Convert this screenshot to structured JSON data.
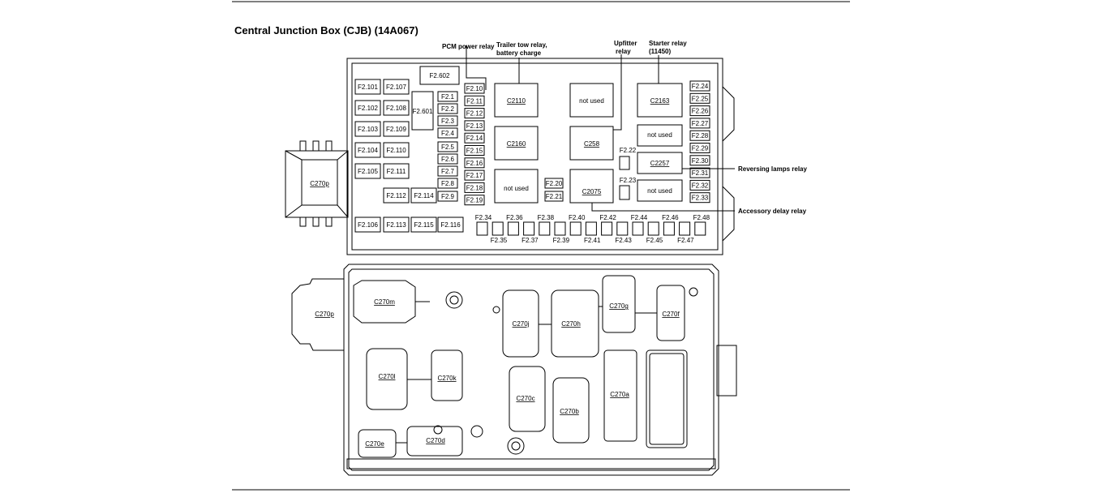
{
  "title": "Central Junction Box (CJB) (14A067)",
  "callouts": {
    "pcm": "PCM power relay",
    "trailer1": "Trailer tow relay,",
    "trailer2": "battery charge",
    "upfitter1": "Upfitter",
    "upfitter2": "relay",
    "starter1": "Starter relay",
    "starter2": "(11450)",
    "reversing": "Reversing lamps relay",
    "accessory": "Accessory delay relay"
  },
  "top": {
    "connector": "C270p",
    "leftFuses": [
      [
        "F2.101",
        "F2.107"
      ],
      [
        "F2.102",
        "F2.108"
      ],
      [
        "F2.103",
        "F2.109"
      ],
      [
        "F2.104",
        "F2.110"
      ],
      [
        "F2.105",
        "F2.111"
      ]
    ],
    "f2112": "F2.112",
    "f2114": "F2.114",
    "bottomLeft": [
      "F2.106",
      "F2.113",
      "F2.115",
      "F2.116"
    ],
    "f2602": "F2.602",
    "f2601": "F2.601",
    "smallCol1": [
      "F2.1",
      "F2.2",
      "F2.3",
      "F2.4",
      "F2.5",
      "F2.6",
      "F2.7",
      "F2.8",
      "F2.9"
    ],
    "smallCol2": [
      "F2.10",
      "F2.11",
      "F2.12",
      "F2.13",
      "F2.14",
      "F2.15",
      "F2.16",
      "F2.17",
      "F2.18",
      "F2.19"
    ],
    "f2120": "F2.20",
    "f2121": "F2.21",
    "relays": {
      "c2110": "C2110",
      "c2160": "C2160",
      "nu1": "not used",
      "nu2": "not used",
      "c258": "C258",
      "c2075": "C2075",
      "c2163": "C2163",
      "nu3": "not used",
      "c2257": "C2257",
      "nu4": "not used"
    },
    "f222": "F2.22",
    "f223": "F2.23",
    "rightCol": [
      "F2.24",
      "F2.25",
      "F2.26",
      "F2.27",
      "F2.28",
      "F2.29",
      "F2.30",
      "F2.31",
      "F2.32",
      "F2.33"
    ],
    "bottomTopLabels": [
      "F2.34",
      "F2.36",
      "F2.38",
      "F2.40",
      "F2.42",
      "F2.44",
      "F2.46",
      "F2.48"
    ],
    "bottomBotLabels": [
      "F2.35",
      "F2.37",
      "F2.39",
      "F2.41",
      "F2.43",
      "F2.45",
      "F2.47"
    ]
  },
  "bottom": {
    "c270p": "C270p",
    "c270m": "C270m",
    "c270j": "C270j",
    "c270h": "C270h",
    "c270g": "C270g",
    "c270f": "C270f",
    "c270l": "C270l",
    "c270k": "C270k",
    "c270c": "C270c",
    "c270b": "C270b",
    "c270a": "C270a",
    "c270e": "C270e",
    "c270d": "C270d"
  }
}
